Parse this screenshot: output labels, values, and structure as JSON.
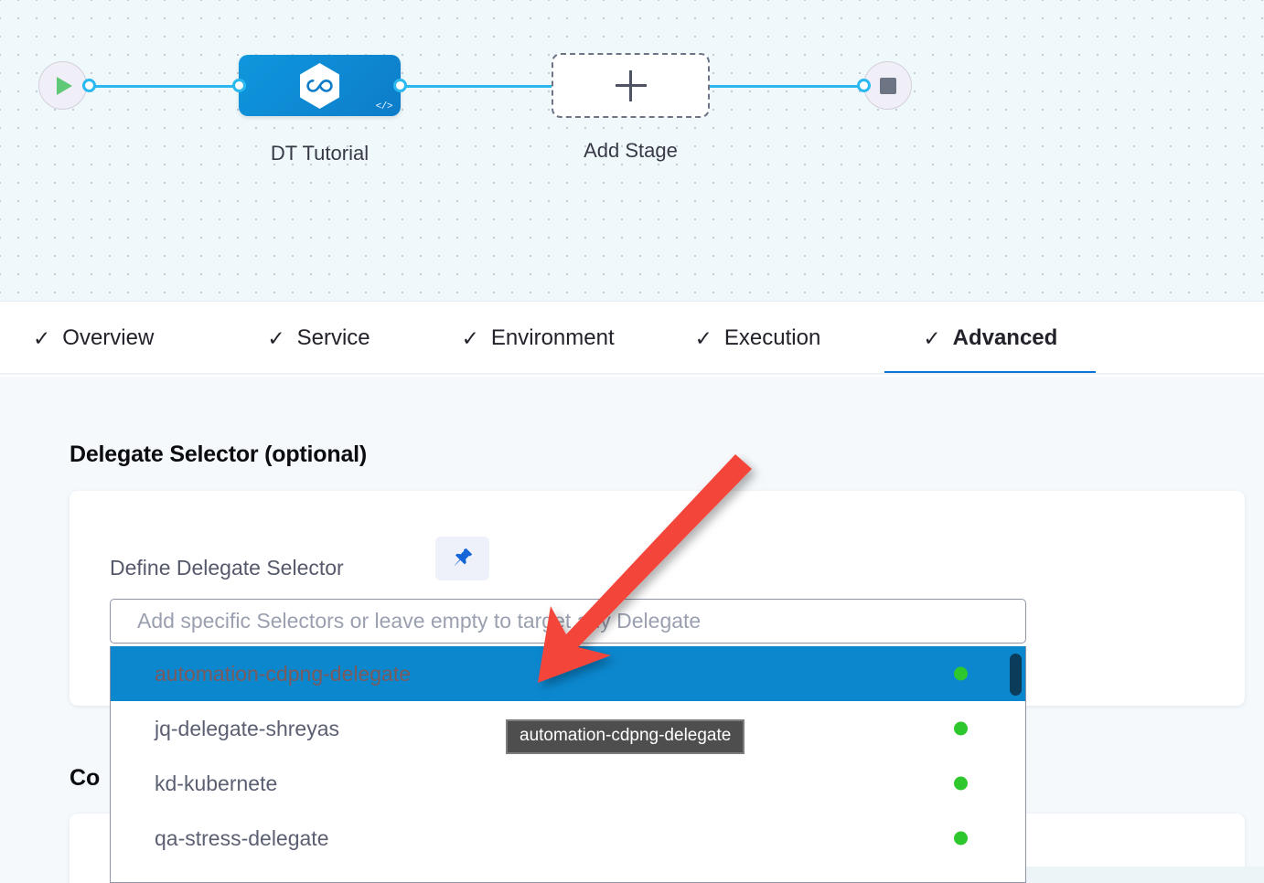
{
  "canvas": {
    "start_node": {
      "icon": "play-icon",
      "label": ""
    },
    "stage": {
      "name": "DT Tutorial",
      "icon": "hexagon-infinity-icon",
      "badge": "</>",
      "color": "#0d7cc9"
    },
    "add_stage": {
      "label": "Add Stage",
      "icon": "plus-icon"
    },
    "end_node": {
      "icon": "stop-icon"
    },
    "connector_color": "#29b8f0",
    "background": "#eff9fc"
  },
  "tabs": {
    "active": "Advanced",
    "active_color": "#0c74d4",
    "items": [
      {
        "label": "Overview",
        "check": "✓",
        "active": false
      },
      {
        "label": "Service",
        "check": "✓",
        "active": false
      },
      {
        "label": "Environment",
        "check": "✓",
        "active": false
      },
      {
        "label": "Execution",
        "check": "✓",
        "active": false
      },
      {
        "label": "Advanced",
        "check": "✓",
        "active": true
      }
    ]
  },
  "form": {
    "section_title": "Delegate Selector (optional)",
    "card_label": "Define Delegate Selector",
    "pin_button_icon": "pushpin-icon",
    "second_section_title": "Co"
  },
  "combobox": {
    "placeholder": "Add specific Selectors or leave empty to target any Delegate",
    "value": "",
    "selected_index": 0,
    "highlight_color": "#0b87ce",
    "status_dot_color": "#2ec72e",
    "options": [
      {
        "label": "automation-cdpng-delegate",
        "status": "connected"
      },
      {
        "label": "jq-delegate-shreyas",
        "status": "connected"
      },
      {
        "label": "kd-kubernete",
        "status": "connected"
      },
      {
        "label": "qa-stress-delegate",
        "status": "connected"
      }
    ]
  },
  "tooltip": {
    "text": "automation-cdpng-delegate"
  },
  "annotation": {
    "arrow_color": "#f4443a",
    "points_to": "automation-cdpng-delegate"
  }
}
